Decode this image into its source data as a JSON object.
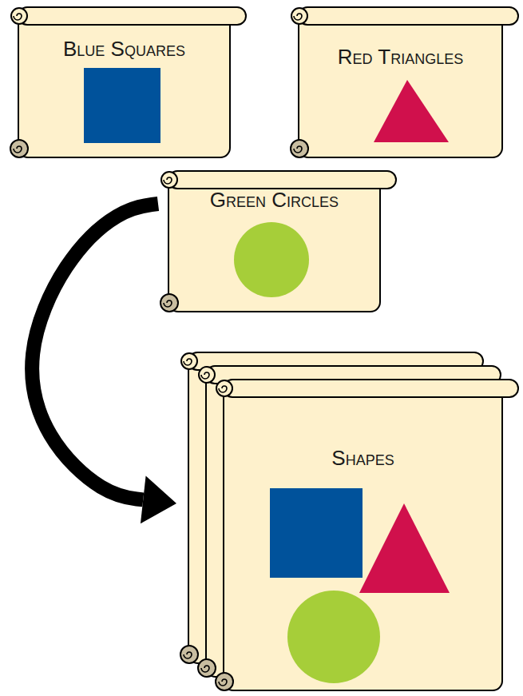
{
  "diagram": {
    "nodes": [
      {
        "text": [
          "Blue Squares"
        ]
      },
      {
        "text": [
          "Red Triangles"
        ]
      },
      {
        "text": [
          "Green Circles"
        ]
      },
      {
        "text": [
          "Shapes"
        ]
      }
    ],
    "edges": [
      {
        "from": 2,
        "to": 3,
        "arrow": "to"
      }
    ]
  }
}
